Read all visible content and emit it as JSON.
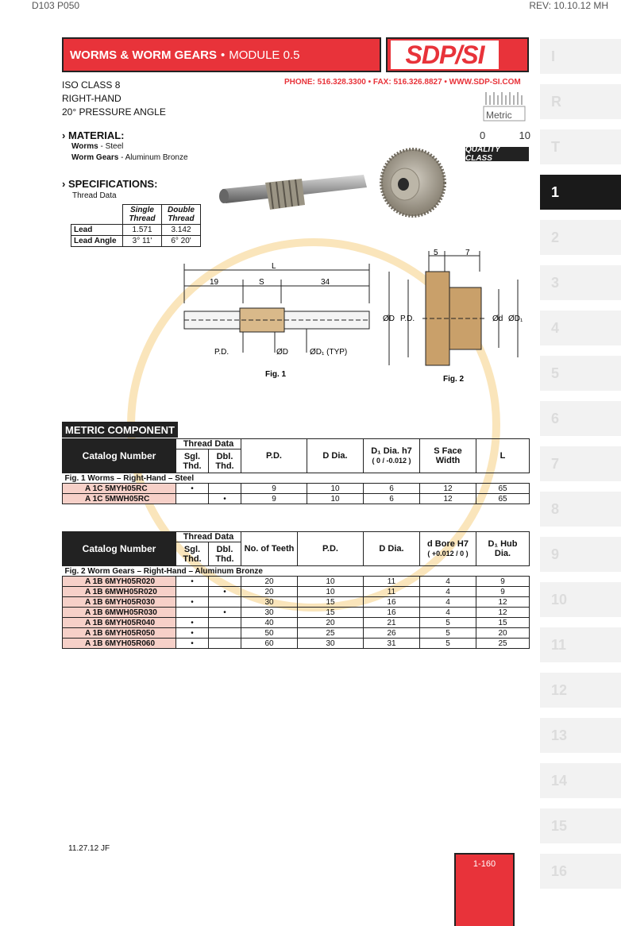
{
  "top_left": "D103 P050",
  "top_right": "REV: 10.10.12 MH",
  "header": {
    "title_bold": "WORMS & WORM GEARS",
    "bullet": "•",
    "title_rest": "MODULE 0.5",
    "logo": "SDP/SI"
  },
  "contact": "PHONE: 516.328.3300 • FAX: 516.326.8827 • WWW.SDP-SI.COM",
  "specs_lines": [
    "ISO CLASS 8",
    "RIGHT-HAND",
    "20° PRESSURE ANGLE"
  ],
  "metric_scale": {
    "label": "Metric",
    "min": "0",
    "max": "10"
  },
  "quality_class": "QUALITY CLASS",
  "material": {
    "heading": "MATERIAL:",
    "rows": [
      {
        "name": "Worms",
        "value": "- Steel"
      },
      {
        "name": "Worm Gears",
        "value": "- Aluminum Bronze"
      }
    ]
  },
  "specifications": {
    "heading": "SPECIFICATIONS:",
    "subheading": "Thread Data",
    "col1": "Single Thread",
    "col2": "Double Thread",
    "rows": [
      {
        "label": "Lead",
        "single": "1.571",
        "double": "3.142"
      },
      {
        "label": "Lead Angle",
        "single": "3° 11'",
        "double": "6° 20'"
      }
    ]
  },
  "drawing": {
    "fig1": {
      "caption": "Fig. 1",
      "L": "L",
      "d19": "19",
      "S": "S",
      "d34": "34",
      "PD": "P.D.",
      "OD": "ØD",
      "OD1": "ØD₁ (TYP)"
    },
    "fig2": {
      "caption": "Fig. 2",
      "d5": "5",
      "d7": "7",
      "OD": "ØD",
      "PD": "P.D.",
      "od": "Ød",
      "OD1": "ØD₁"
    }
  },
  "side_tabs": [
    "I",
    "R",
    "T",
    "1",
    "2",
    "3",
    "4",
    "5",
    "6",
    "7",
    "8",
    "9",
    "10",
    "11",
    "12",
    "13",
    "14",
    "15",
    "16"
  ],
  "active_tab": "1",
  "metric_component": "METRIC COMPONENT",
  "worm_table": {
    "headers": {
      "catalog": "Catalog Number",
      "thread": "Thread Data",
      "sgl": "Sgl. Thd.",
      "dbl": "Dbl. Thd.",
      "pd": "P.D.",
      "d": "D Dia.",
      "d1": "D₁ Dia. h7",
      "tol": "( 0 / -0.012 )",
      "s": "S Face Width",
      "l": "L"
    },
    "group": "Fig. 1 Worms – Right-Hand – Steel",
    "rows": [
      {
        "cat": "A 1C 5MYH05RC",
        "sgl": "•",
        "dbl": "",
        "pd": "9",
        "d": "10",
        "d1": "6",
        "s": "12",
        "l": "65"
      },
      {
        "cat": "A 1C 5MWH05RC",
        "sgl": "",
        "dbl": "•",
        "pd": "9",
        "d": "10",
        "d1": "6",
        "s": "12",
        "l": "65"
      }
    ]
  },
  "gear_table": {
    "headers": {
      "catalog": "Catalog Number",
      "thread": "Thread Data",
      "sgl": "Sgl. Thd.",
      "dbl": "Dbl. Thd.",
      "teeth": "No. of Teeth",
      "pd": "P.D.",
      "d": "D Dia.",
      "bore": "d Bore H7",
      "tol": "( +0.012 / 0 )",
      "hub": "D₁ Hub Dia."
    },
    "group": "Fig. 2 Worm Gears – Right-Hand – Aluminum Bronze",
    "rows": [
      {
        "cat": "A 1B 6MYH05R020",
        "sgl": "•",
        "dbl": "",
        "teeth": "20",
        "pd": "10",
        "d": "11",
        "bore": "4",
        "hub": "9"
      },
      {
        "cat": "A 1B 6MWH05R020",
        "sgl": "",
        "dbl": "•",
        "teeth": "20",
        "pd": "10",
        "d": "11",
        "bore": "4",
        "hub": "9"
      },
      {
        "cat": "A 1B 6MYH05R030",
        "sgl": "•",
        "dbl": "",
        "teeth": "30",
        "pd": "15",
        "d": "16",
        "bore": "4",
        "hub": "12"
      },
      {
        "cat": "A 1B 6MWH05R030",
        "sgl": "",
        "dbl": "•",
        "teeth": "30",
        "pd": "15",
        "d": "16",
        "bore": "4",
        "hub": "12"
      },
      {
        "cat": "A 1B 6MYH05R040",
        "sgl": "•",
        "dbl": "",
        "teeth": "40",
        "pd": "20",
        "d": "21",
        "bore": "5",
        "hub": "15"
      },
      {
        "cat": "A 1B 6MYH05R050",
        "sgl": "•",
        "dbl": "",
        "teeth": "50",
        "pd": "25",
        "d": "26",
        "bore": "5",
        "hub": "20"
      },
      {
        "cat": "A 1B 6MYH05R060",
        "sgl": "•",
        "dbl": "",
        "teeth": "60",
        "pd": "30",
        "d": "31",
        "bore": "5",
        "hub": "25"
      }
    ]
  },
  "footer_date": "11.27.12 JF",
  "page_number": "1-160",
  "colors": {
    "brand_red": "#e8333a",
    "row_highlight": "#f6d0c8",
    "dark": "#222222"
  }
}
